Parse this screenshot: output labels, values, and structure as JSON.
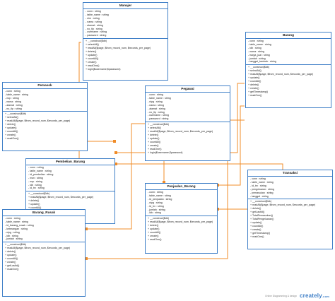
{
  "classes": [
    {
      "id": "manajer",
      "title": "Manajer",
      "attributes": [
        "- conn : string",
        "- table_name : string",
        "- nim : string",
        "- nama : string",
        "- alamat : string",
        "- no_tlp : string",
        "- username : string",
        "- password : string"
      ],
      "methods": [
        "+ __construct($db)",
        "+ selectAll()",
        "+ readAll($page, $from_record_num, $records_per_page)",
        "+ delete()",
        "+ update()",
        "+ countAll()",
        "+ create()",
        "+ readOne()",
        "+ login($username,$password)"
      ]
    },
    {
      "id": "barang",
      "title": "Barang",
      "attributes": [
        "- conn : string",
        "- table_name : string",
        "- idb : string",
        "- nama : string",
        "- harga_jual : string",
        "- jumlah : string",
        "- tanggal_tambah : string"
      ],
      "methods": [
        "+ __construct($db)",
        "+ selectAll()",
        "+ readAll($page, $from_record_num, $records_per_page)",
        "+ update()",
        "+ countAll()",
        "+ delete()",
        "+ create()",
        "+ getTimestamp()",
        "+ readOne()"
      ]
    },
    {
      "id": "pemasok",
      "title": "Pemasok",
      "attributes": [
        "- conn : string",
        "- table_name : string",
        "- nsp : string",
        "- nama : string",
        "- alamat : string",
        "- no_tlp : string"
      ],
      "methods": [
        "+ __construct($db)",
        "+ selectAll()",
        "+ readAll($page, $from_record_num, $records_per_page)",
        "+ delete()",
        "+ update()",
        "+ countAll()",
        "+ create()",
        "+ readOne()"
      ]
    },
    {
      "id": "pegawai",
      "title": "Pegawai",
      "attributes": [
        "- conn : string",
        "- table_name : string",
        "- nipg : string",
        "- nama : string",
        "- alamat : string",
        "- no_tlp : string",
        "- username : string",
        "- password : string"
      ],
      "methods": [
        "+ __construct($db)",
        "+ selectAll()",
        "+ readAll($page, $from_record_num, $records_per_page)",
        "+ delete()",
        "+ update()",
        "+ countAll()",
        "+ create()",
        "+ readOne()",
        "+ login($username,$password)"
      ]
    },
    {
      "id": "pembelian",
      "title": "Pembelian_Barang",
      "attributes": [
        "- conn : string",
        "- table_name : string",
        "- id_pembelian : string",
        "- nsm : string",
        "- nsp : string",
        "- idb : string",
        "- id_trx : string"
      ],
      "methods": [
        "+ __construct($db)",
        "+ readAll($page, $from_record_num, $records_per_page)",
        "+ delete()",
        "+ update()",
        "+ countAll()",
        "+ create()",
        "+ readOne()"
      ]
    },
    {
      "id": "transaksi",
      "title": "Transaksi",
      "attributes": [
        "- conn : string",
        "- table_name : string",
        "- id_trx : string",
        "- pengeluaran : string",
        "- pemasukan : string",
        "- tanggal : string"
      ],
      "methods": [
        "+ __construct($db)",
        "+ readAll($page, $from_record_num, $records_per_page)",
        "+ delete()",
        "+ getLastId()",
        "+ TotalPemasukan()",
        "+ TotalPengeluaran()",
        "+ update()",
        "+ countAll()",
        "+ create()",
        "+ getTimestamp()",
        "+ readOne()"
      ]
    },
    {
      "id": "penjualan",
      "title": "Penjualan_Barang",
      "attributes": [
        "- conn : string",
        "- table_name : string",
        "- id_penjualan : string",
        "- nipg : string",
        "- id_trx : string",
        "- jumlah : string",
        "- idb : string"
      ],
      "methods": [
        "+ __construct($db)",
        "+ readAll($page, $from_record_num, $records_per_page)",
        "+ delete()",
        "+ update()",
        "+ countAll()",
        "+ create()",
        "+ readOne()"
      ]
    },
    {
      "id": "rusak",
      "title": "Barang_Rusak",
      "attributes": [
        "- conn : string",
        "- table_name : string",
        "- id_barang_rusak : string",
        "- keterangan : string",
        "- nipg : string",
        "- idb : string",
        "- jumlah : string"
      ],
      "methods": [
        "+ __construct($db)",
        "+ readAll($page, $from_record_num, $records_per_page)",
        "+ delete()",
        "+ update()",
        "+ countAll()",
        "+ create()",
        "+ getLastId()",
        "+ readOne()"
      ]
    }
  ],
  "footer": {
    "note": "Online Diagramming & design",
    "brand": "creately",
    "brand_suffix": ".com"
  },
  "colors": {
    "border": "#3f7fc7",
    "connector": "#f08c28"
  }
}
